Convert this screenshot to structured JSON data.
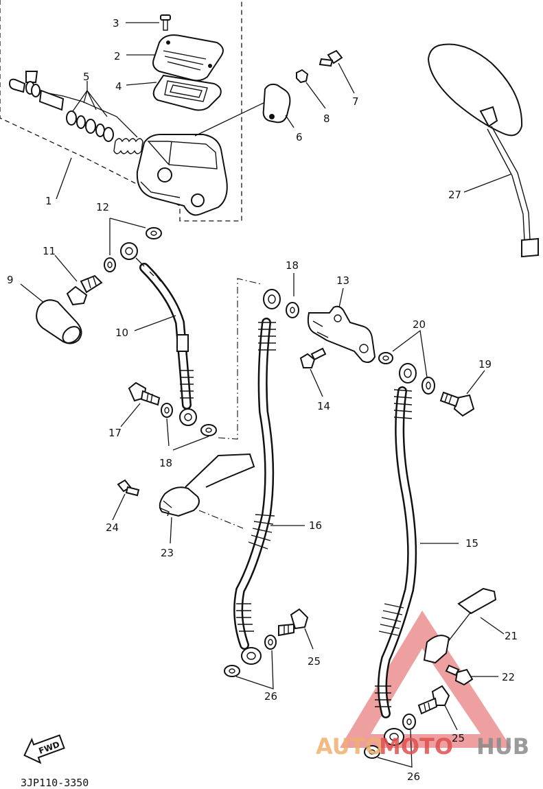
{
  "callouts": {
    "c1": "1",
    "c2": "2",
    "c3": "3",
    "c4": "4",
    "c5": "5",
    "c6": "6",
    "c7": "7",
    "c8": "8",
    "c9": "9",
    "c10": "10",
    "c11": "11",
    "c12": "12",
    "c13": "13",
    "c14": "14",
    "c15": "15",
    "c16": "16",
    "c17": "17",
    "c18a": "18",
    "c18b": "18",
    "c19": "19",
    "c20": "20",
    "c21": "21",
    "c22": "22",
    "c23": "23",
    "c24": "24",
    "c25a": "25",
    "c25b": "25",
    "c26a": "26",
    "c26b": "26",
    "c27": "27"
  },
  "fwd_label": "FWD",
  "diagram_code": "3JP110-3350",
  "watermark": {
    "part1": "AUTO",
    "part2": "MOTO",
    "part3": "HUB",
    "color_red": "#e05050",
    "color_orange": "#f0b070",
    "color_gray": "#8a8a8a"
  }
}
